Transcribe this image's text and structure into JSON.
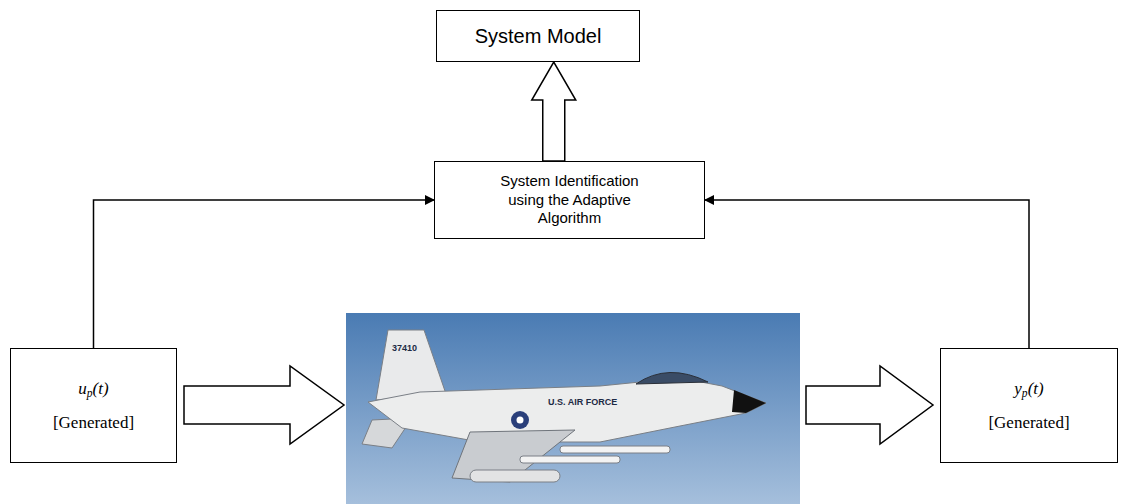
{
  "diagram": {
    "nodes": [
      {
        "text": [
          "System Model"
        ]
      },
      {
        "text": [
          "System Identification using the Adaptive Algorithm"
        ]
      },
      {
        "text": [
          "up(t)",
          "[Generated]"
        ]
      },
      {
        "text": [
          "yp(t)",
          "[Generated]"
        ]
      }
    ],
    "edges": [
      {
        "from": 1,
        "to": 0,
        "arrow": "to"
      },
      {
        "from": 2,
        "to": 1,
        "arrow": "to"
      },
      {
        "from": 3,
        "to": 1,
        "arrow": "to"
      }
    ],
    "labels": [
      "37410",
      "U.S. AIR FORCE"
    ]
  }
}
